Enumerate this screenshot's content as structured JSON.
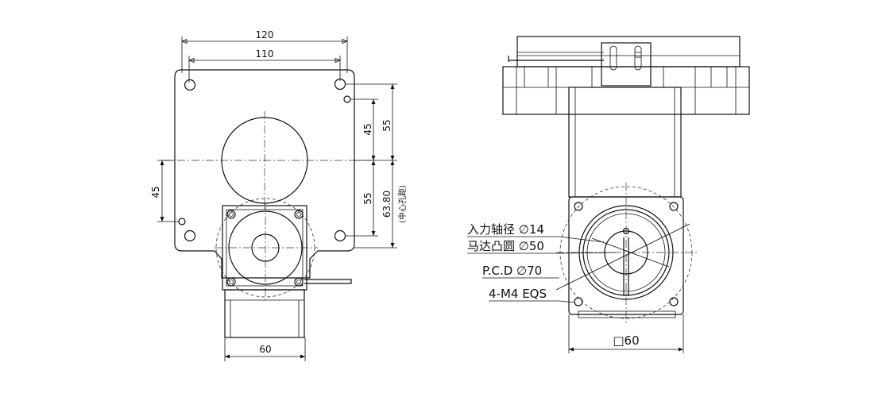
{
  "front_view": {
    "dim_120": "120",
    "dim_110": "110",
    "dim_45_right": "45",
    "dim_55_top": "55",
    "dim_55_bottom": "55",
    "dim_63_80": "63.80",
    "center_hole_note": "(中心孔距)",
    "dim_45_left": "45",
    "dim_60_bottom": "60"
  },
  "end_view": {
    "input_shaft": "入力轴径 ∅14",
    "motor_boss": "马达凸圆 ∅50",
    "pcd": "P.C.D ∅70",
    "thread": "4-M4 EQS",
    "square": "□60"
  }
}
